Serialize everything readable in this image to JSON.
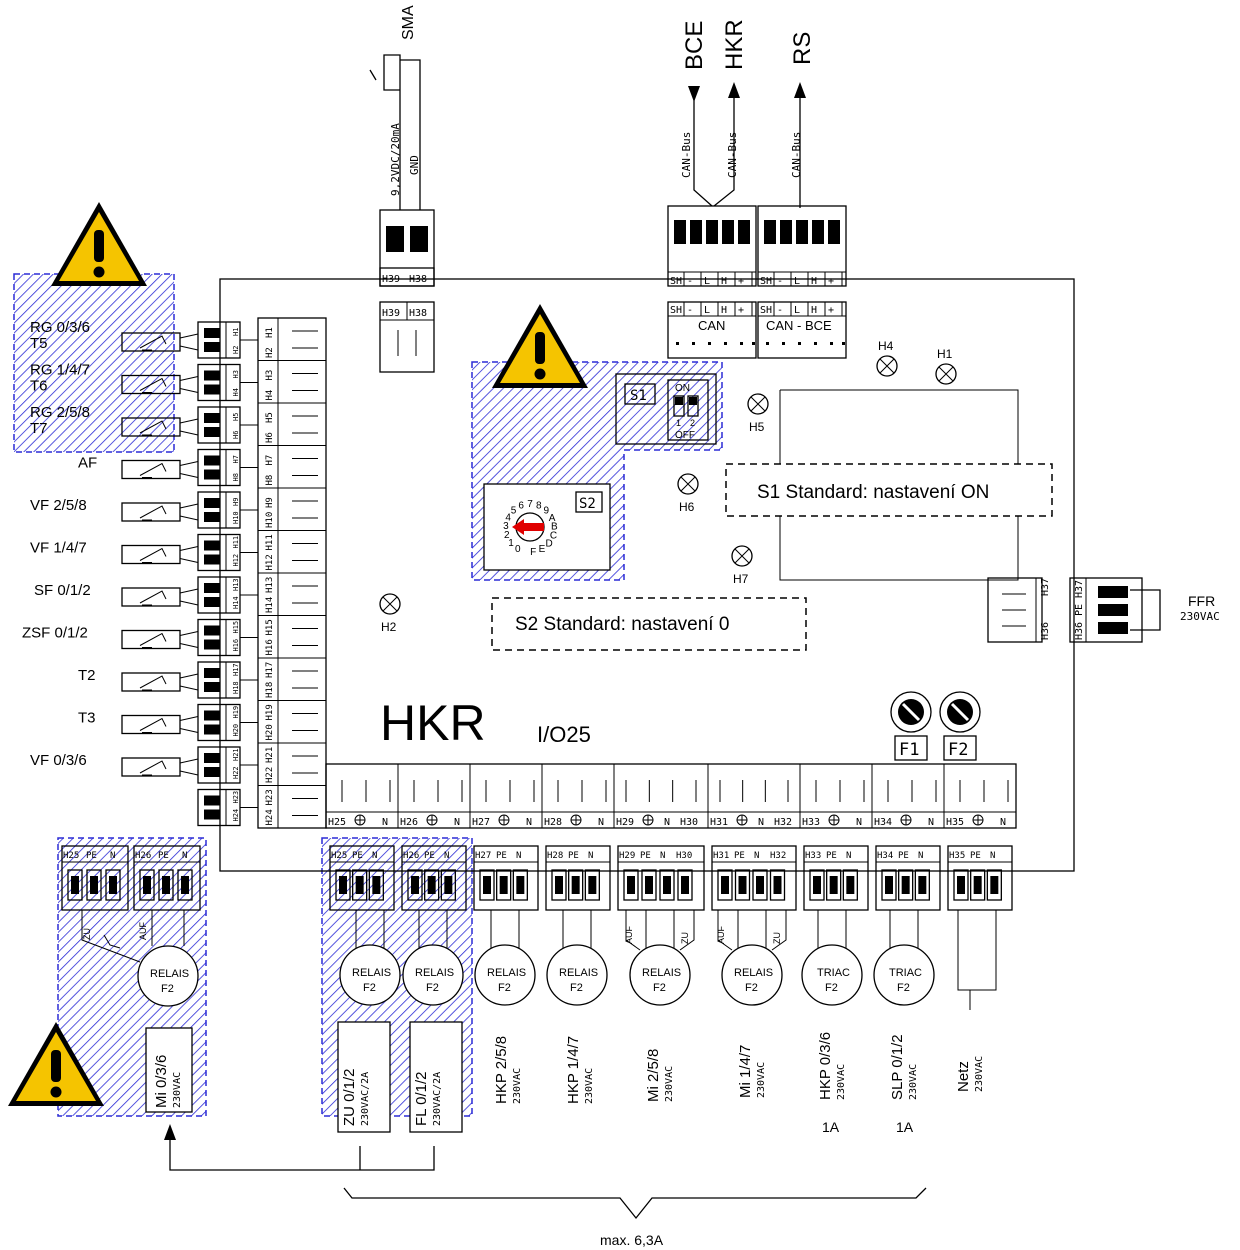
{
  "title": "HKR",
  "subtitle": "I/O25",
  "notes": {
    "s1": "S1 Standard: nastavení ON",
    "s2": "S2 Standard: nastavení 0"
  },
  "top_labels": {
    "sma": "SMA",
    "bce": "BCE",
    "hkr": "HKR",
    "rs": "RS",
    "v92": "9,2VDC/20mA",
    "gnd": "GND",
    "canbus": "CAN-Bus"
  },
  "can": {
    "left": "CAN",
    "right": "CAN - BCE",
    "pins": [
      "SH",
      "-",
      "L",
      "H",
      "+"
    ]
  },
  "h39": "H39",
  "h38": "H38",
  "switches": {
    "s1": "S1",
    "s2": "S2",
    "on": "ON",
    "off": "OFF",
    "one": "1",
    "two": "2",
    "dial": "0123456789ABCDEF"
  },
  "leds": [
    "H4",
    "H1",
    "H5",
    "H6",
    "H7",
    "H2"
  ],
  "sensors": [
    "RG 0/3/6",
    "T5",
    "RG 1/4/7",
    "T6",
    "RG 2/5/8",
    "T7",
    "AF",
    "VF 2/5/8",
    "VF 1/4/7",
    "SF 0/1/2",
    "ZSF 0/1/2",
    "T2",
    "T3",
    "VF 0/3/6"
  ],
  "left_terms": [
    "H1",
    "H2",
    "H3",
    "H4",
    "H5",
    "H6",
    "H7",
    "H8",
    "H9",
    "H10",
    "H11",
    "H12",
    "H13",
    "H14",
    "H15",
    "H16",
    "H17",
    "H18",
    "H19",
    "H20",
    "H21",
    "H22",
    "H23",
    "H24"
  ],
  "ffr": {
    "label": "FFR",
    "volt": "230VAC",
    "t": [
      "H37",
      "PE",
      "H36"
    ]
  },
  "fuses": [
    "F1",
    "F2"
  ],
  "bottom_terms": [
    {
      "a": "H25",
      "c": "N"
    },
    {
      "a": "H26",
      "c": "N"
    },
    {
      "a": "H27",
      "c": "N"
    },
    {
      "a": "H28",
      "c": "N"
    },
    {
      "a": "H29",
      "c": "N",
      "d": "H30"
    },
    {
      "a": "H31",
      "c": "N",
      "d": "H32"
    },
    {
      "a": "H33",
      "c": "N"
    },
    {
      "a": "H34",
      "c": "N"
    },
    {
      "a": "H35",
      "c": "N"
    }
  ],
  "pe": "PE",
  "relays": {
    "relais": "RELAIS",
    "triac": "TRIAC",
    "f2": "F2",
    "auf": "AUF",
    "zu": "ZU"
  },
  "outputs": [
    {
      "name": "Mi  0/3/6",
      "v": "230VAC"
    },
    {
      "name": "ZU 0/1/2",
      "v": "230VAC/2A"
    },
    {
      "name": "FL 0/1/2",
      "v": "230VAC/2A"
    },
    {
      "name": "HKP 2/5/8",
      "v": "230VAC"
    },
    {
      "name": "HKP 1/4/7",
      "v": "230VAC"
    },
    {
      "name": "Mi  2/5/8",
      "v": "230VAC"
    },
    {
      "name": "Mi 1/4/7",
      "v": "230VAC"
    },
    {
      "name": "HKP 0/3/6",
      "v": "230VAC"
    },
    {
      "name": "SLP 0/1/2",
      "v": "230VAC"
    },
    {
      "name": "Netz",
      "v": "230VAC"
    }
  ],
  "ratings": [
    "1A",
    "1A"
  ],
  "max_current": "max. 6,3A",
  "colors": {
    "hatch": "#2b2bd6",
    "warning": "#f5c400",
    "arrow": "#e00000"
  }
}
